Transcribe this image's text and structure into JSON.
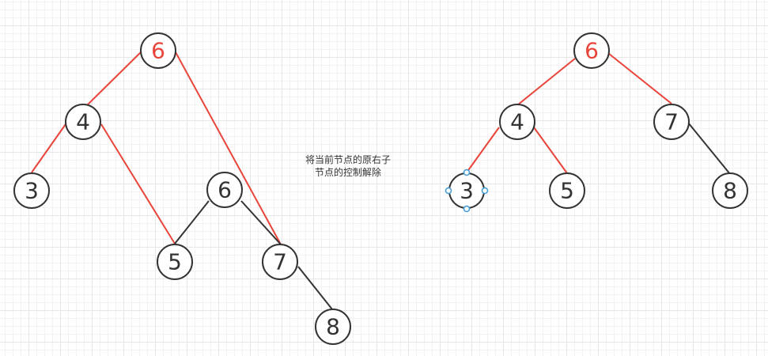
{
  "note": {
    "line1": "将当前节点的原右子",
    "line2": "节点的控制解除"
  },
  "colors": {
    "highlight_edge": "#e8443a",
    "normal_edge": "#333333",
    "root_text": "#e8443a",
    "selection_handle": "#3e9bd8"
  },
  "left_tree": {
    "nodes": {
      "root": "6",
      "n4": "4",
      "n3": "3",
      "n6": "6",
      "n5": "5",
      "n7": "7",
      "n8": "8"
    }
  },
  "right_tree": {
    "nodes": {
      "root": "6",
      "n4": "4",
      "n7": "7",
      "n3": "3",
      "n5": "5",
      "n8": "8"
    },
    "selected_node": "3"
  }
}
